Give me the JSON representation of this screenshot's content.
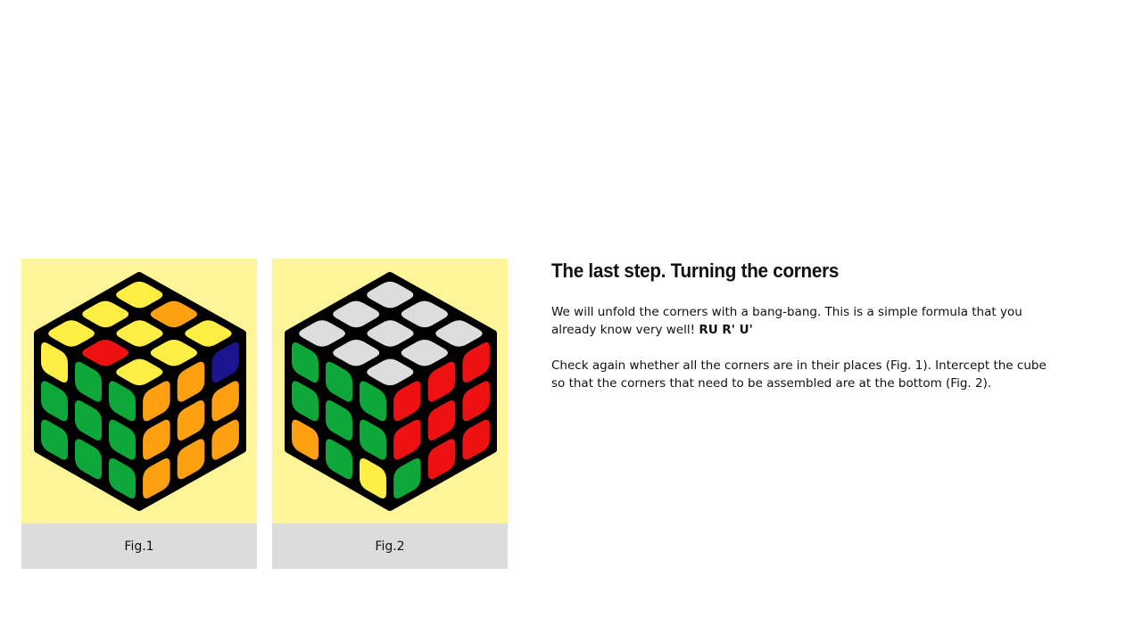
{
  "figures": [
    {
      "caption": "Fig.1",
      "top": [
        "#ffee44",
        "#ffee44",
        "#ffee44",
        "#ee1111",
        "#ffee44",
        "#ffa010",
        "#ffee44",
        "#ffee44",
        "#ffee44"
      ],
      "left": [
        "#ffee44",
        "#0ea83a",
        "#0ea83a",
        "#0ea83a",
        "#0ea83a",
        "#0ea83a",
        "#0ea83a",
        "#0ea83a",
        "#0ea83a"
      ],
      "right": [
        "#ffa010",
        "#ffa010",
        "#1a158f",
        "#ffa010",
        "#ffa010",
        "#ffa010",
        "#ffa010",
        "#ffa010",
        "#ffa010"
      ]
    },
    {
      "caption": "Fig.2",
      "top": [
        "#dddddd",
        "#dddddd",
        "#dddddd",
        "#dddddd",
        "#dddddd",
        "#dddddd",
        "#dddddd",
        "#dddddd",
        "#dddddd"
      ],
      "left": [
        "#0ea83a",
        "#0ea83a",
        "#0ea83a",
        "#0ea83a",
        "#0ea83a",
        "#0ea83a",
        "#ffa010",
        "#0ea83a",
        "#ffee44"
      ],
      "right": [
        "#ee1111",
        "#ee1111",
        "#ee1111",
        "#ee1111",
        "#ee1111",
        "#ee1111",
        "#0ea83a",
        "#ee1111",
        "#ee1111"
      ]
    }
  ],
  "article": {
    "heading": "The last step. Turning the corners",
    "para1_text": "We will unfold the corners with a bang-bang. This is a simple formula that you already know very well! ",
    "para1_formula": "RU R' U'",
    "para2": "Check again whether all the corners are in their places (Fig. 1). Intercept the cube so that the corners that need to be assembled are at the bottom (Fig. 2)."
  }
}
